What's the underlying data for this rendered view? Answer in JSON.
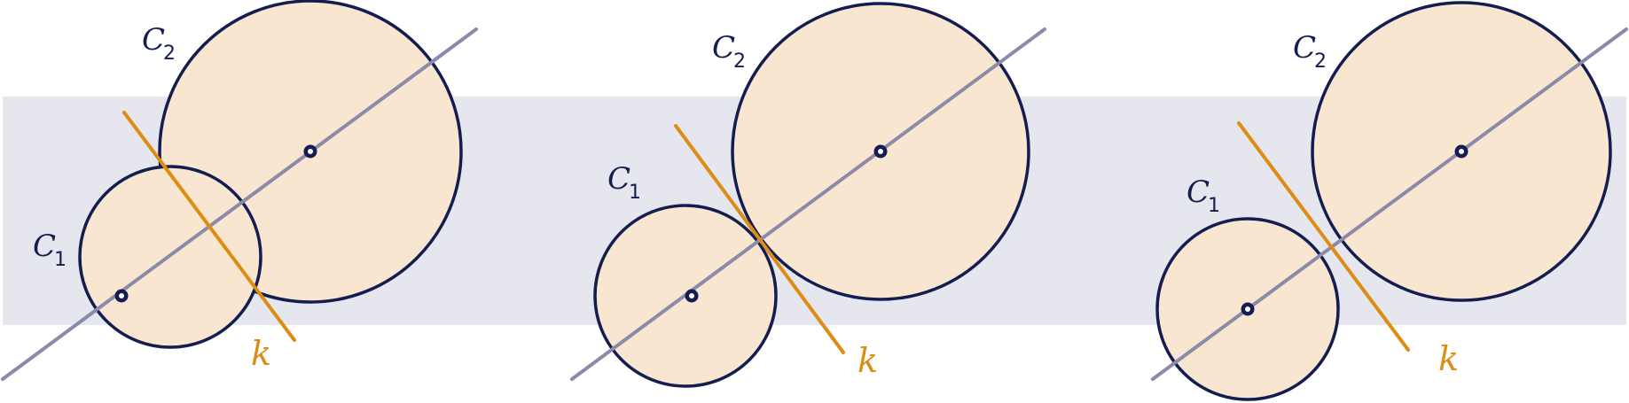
{
  "colors": {
    "background_band": "#e6e6ee",
    "circle_fill": "#f8e6d0",
    "circle_stroke": "#141d50",
    "center_line": "#8b8aa8",
    "radical_axis": "#dd8c14"
  },
  "labels": {
    "c1_letter": "C",
    "c1_sub": "1",
    "c2_letter": "C",
    "c2_sub": "2",
    "k": "k"
  },
  "panels": [
    {
      "name": "intersecting-circles"
    },
    {
      "name": "tangent-circles"
    },
    {
      "name": "separate-circles"
    }
  ]
}
